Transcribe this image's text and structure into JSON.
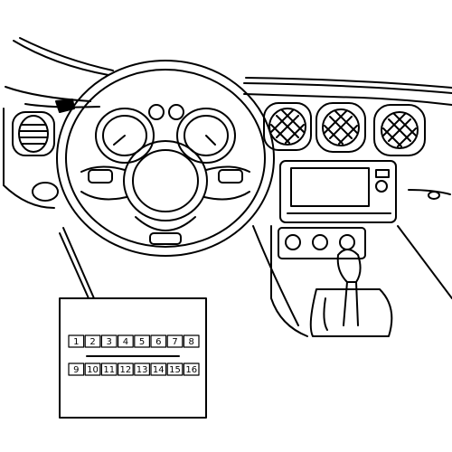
{
  "diagram": {
    "connector_pins": {
      "top_row": [
        "1",
        "2",
        "3",
        "4",
        "5",
        "6",
        "7",
        "8"
      ],
      "bottom_row": [
        "9",
        "10",
        "11",
        "12",
        "13",
        "14",
        "15",
        "16"
      ]
    }
  }
}
